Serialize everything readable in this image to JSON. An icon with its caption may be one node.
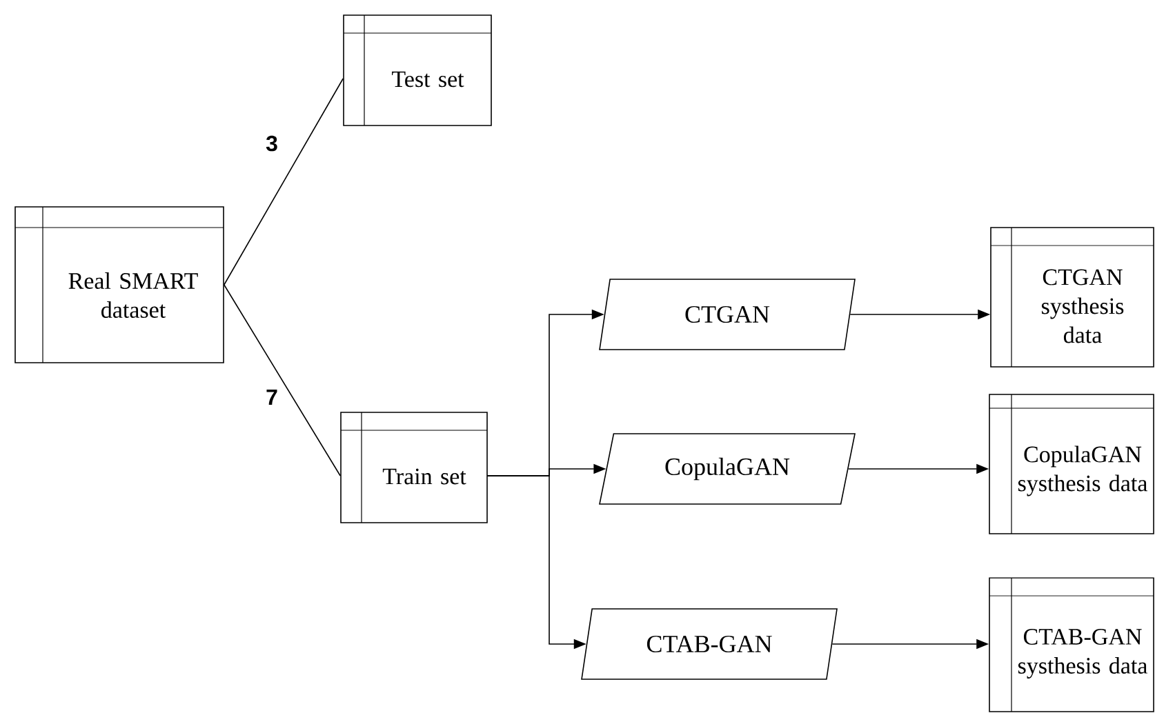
{
  "diagram": {
    "nodes": [
      {
        "text": [
          "Real SMART dataset"
        ]
      },
      {
        "text": [
          "Test set"
        ]
      },
      {
        "text": [
          "Train set"
        ]
      },
      {
        "text": [
          "CTGAN"
        ]
      },
      {
        "text": [
          "CopulaGAN"
        ]
      },
      {
        "text": [
          "CTAB-GAN"
        ]
      },
      {
        "text": [
          "CTGAN systhesis data"
        ]
      },
      {
        "text": [
          "CopulaGAN systhesis data"
        ]
      },
      {
        "text": [
          "CTAB-GAN systhesis data"
        ]
      }
    ],
    "edges": [
      {
        "from": 0,
        "to": 1,
        "arrow": "none",
        "label": "3"
      },
      {
        "from": 0,
        "to": 2,
        "arrow": "none",
        "label": "7"
      },
      {
        "from": 2,
        "to": 3,
        "arrow": "to"
      },
      {
        "from": 2,
        "to": 4,
        "arrow": "to"
      },
      {
        "from": 2,
        "to": 5,
        "arrow": "to"
      },
      {
        "from": 3,
        "to": 6,
        "arrow": "to"
      },
      {
        "from": 4,
        "to": 7,
        "arrow": "to"
      },
      {
        "from": 5,
        "to": 8,
        "arrow": "to"
      }
    ]
  }
}
